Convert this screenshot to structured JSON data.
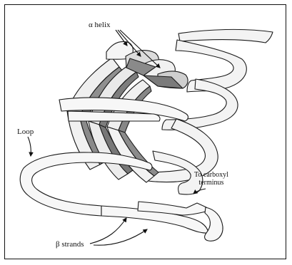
{
  "labels": {
    "alpha_helix": "α helix",
    "loop": "Loop",
    "carboxyl_line1": "To carboxyl",
    "carboxyl_line2": "terminus",
    "beta_strands": "β strands"
  },
  "colors": {
    "ribbon_light": "#f4f4f4",
    "ribbon_mid": "#d9d9d9",
    "ribbon_dark": "#7a7a7a",
    "outline": "#1a1a1a"
  }
}
